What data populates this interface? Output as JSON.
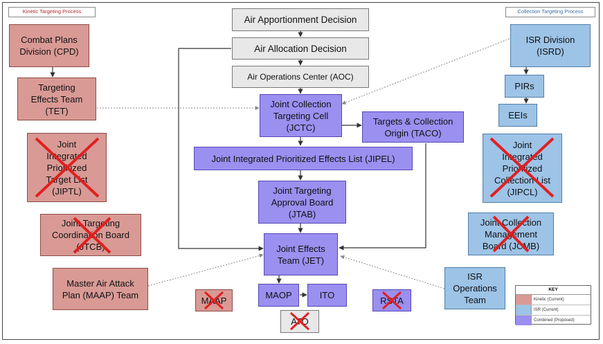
{
  "tags": {
    "kinetic": "Kinetic Targeting Process",
    "collection": "Collection Targeting Process"
  },
  "boxes": {
    "air_apportionment": "Air Apportionment Decision",
    "air_allocation": "Air Allocation Decision",
    "aoc": "Air Operations Center (AOC)",
    "jctc": "Joint Collection\nTargeting Cell\n(JCTC)",
    "taco": "Targets & Collection\nOrigin (TACO)",
    "jipel": "Joint Integrated Prioritized Effects List (JIPEL)",
    "jtab": "Joint Targeting\nApproval Board\n(JTAB)",
    "jet": "Joint Effects\nTeam (JET)",
    "maop": "MAOP",
    "ito": "ITO",
    "ato": "ATO",
    "maap": "MAAP",
    "rsta": "RSTA",
    "cpd": "Combat Plans\nDivision (CPD)",
    "tet": "Targeting\nEffects Team\n(TET)",
    "jiptl": "Joint\nIntegrated\nPrioritized\nTarget List\n(JIPTL)",
    "jtcb": "Joint Targeting\nCoordination Board\n(JTCB)",
    "maap_team": "Master Air Attack\nPlan (MAAP) Team",
    "isrd": "ISR Division\n(ISRD)",
    "pirs": "PIRs",
    "eeis": "EEIs",
    "jipcl": "Joint\nIntegrated\nPrioritized\nCollection List\n(JIPCL)",
    "jcmb": "Joint Collection\nManagement\nBoard (JCMB)",
    "isr_ops": "ISR\nOperations\nTeam"
  },
  "legend": {
    "title": "KEY",
    "items": [
      {
        "label": "Kinetic (Current)",
        "color": "#d99a95"
      },
      {
        "label": "ISR (Current)",
        "color": "#9dc3e6"
      },
      {
        "label": "Combined (Proposed)",
        "color": "#9b8ff0"
      }
    ]
  },
  "colors": {
    "kinetic": "#d99a95",
    "isr": "#9dc3e6",
    "combined": "#9b8ff0",
    "decision": "#e8e8e8",
    "cross": "#e02020"
  }
}
